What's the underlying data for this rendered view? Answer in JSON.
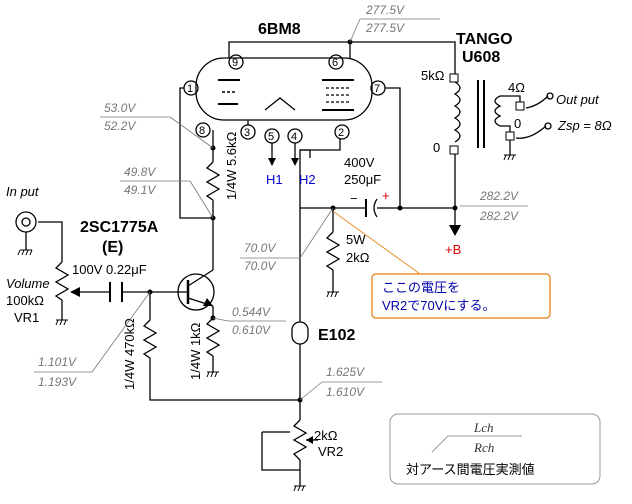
{
  "tube": {
    "name": "6BM8",
    "pins": [
      "9",
      "6",
      "1",
      "7",
      "8",
      "3",
      "5",
      "4",
      "2"
    ]
  },
  "transformer": {
    "brand": "TANGO",
    "model": "U608",
    "primary_5k": "5kΩ",
    "primary_0": "0",
    "sec_4": "4Ω",
    "sec_0": "0"
  },
  "output": {
    "label": "Out put",
    "impedance": "Zsp = 8Ω"
  },
  "input": {
    "label": "In put",
    "volume": "Volume",
    "volume_value": "100kΩ",
    "volume_ref": "VR1"
  },
  "transistor": {
    "part": "2SC1775A",
    "pin": "(E)"
  },
  "capacitors": {
    "c_in": "100V  0.22μF",
    "c_big_v": "400V",
    "c_big_val": "250μF"
  },
  "resistors": {
    "r_plate": "1/4W 5.6kΩ",
    "r_bias": "1/4W 470kΩ",
    "r_emitter": "1/4W 1kΩ",
    "r_power_w": "5W",
    "r_power_v": "2kΩ",
    "vr2_val": "2kΩ",
    "vr2_ref": "VR2"
  },
  "heater": {
    "h1": "H1",
    "h2": "H2"
  },
  "supply": {
    "plus_b": "+B",
    "minus": "−",
    "plus": "+"
  },
  "led": {
    "name": "E102"
  },
  "voltages": {
    "v_277": {
      "l": "277.5V",
      "r": "277.5V"
    },
    "v_53": {
      "l": "53.0V",
      "r": "52.2V"
    },
    "v_49": {
      "l": "49.8V",
      "r": "49.1V"
    },
    "v_282": {
      "l": "282.2V",
      "r": "282.2V"
    },
    "v_70": {
      "l": "70.0V",
      "r": "70.0V"
    },
    "v_0544": {
      "l": "0.544V",
      "r": "0.610V"
    },
    "v_1101": {
      "l": "1.101V",
      "r": "1.193V"
    },
    "v_1625": {
      "l": "1.625V",
      "r": "1.610V"
    }
  },
  "note": {
    "line1": "ここの電圧を",
    "line2": "VR2で70Vにする。"
  },
  "legend": {
    "top": "Lch",
    "bottom": "Rch",
    "caption": "対アース間電圧実測値"
  },
  "colors": {
    "note_border": "#e89030",
    "note_bg": "#ffffff",
    "ground": "#000000",
    "red": "#e00000",
    "blue": "#0000cc"
  }
}
